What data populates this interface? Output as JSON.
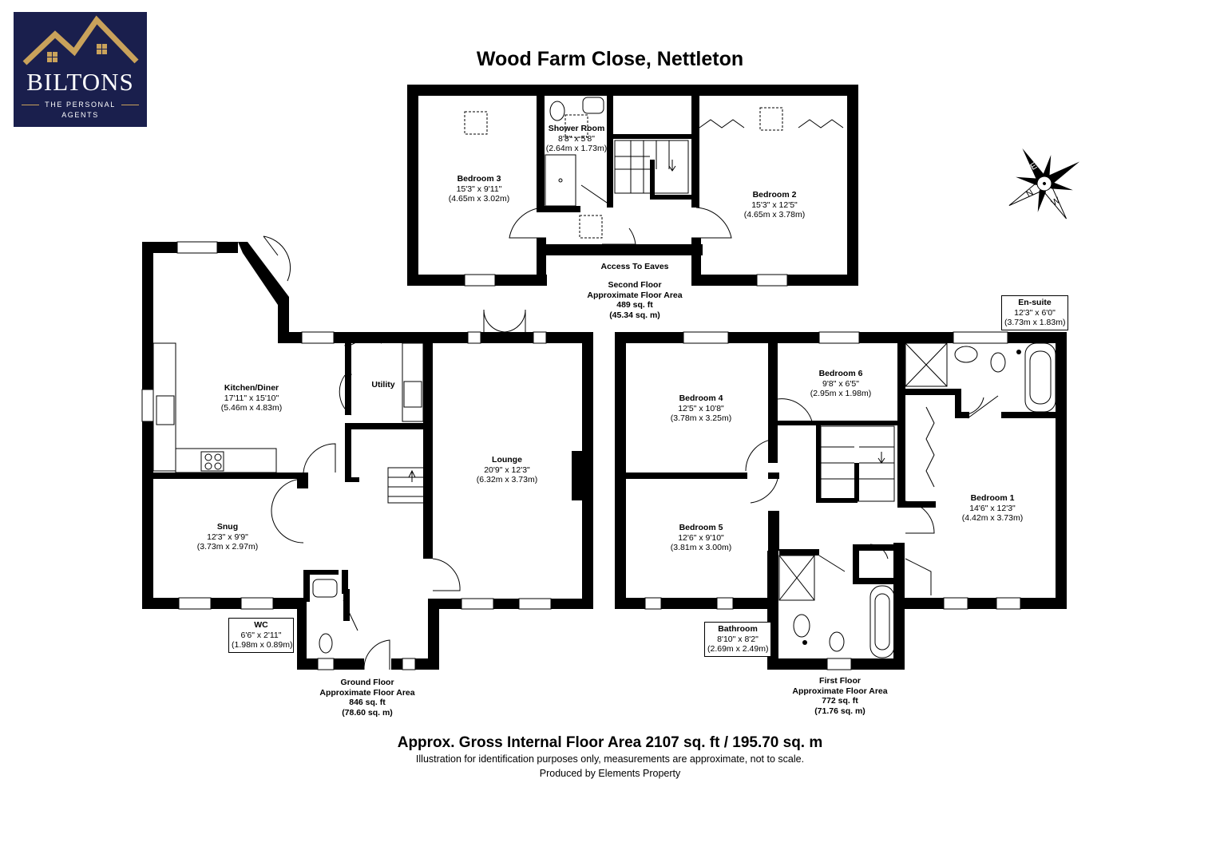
{
  "brand": {
    "name": "BILTONS",
    "tagline_1": "THE PERSONAL",
    "tagline_2": "AGENTS",
    "colors": {
      "navy": "#1a1f4d",
      "gold": "#c9a25b"
    }
  },
  "title": "Wood Farm Close, Nettleton",
  "floors": {
    "ground": {
      "name": "Ground Floor",
      "label": "Approximate Floor Area",
      "sqft": "846 sq. ft",
      "sqm": "(78.60 sq. m)"
    },
    "first": {
      "name": "First Floor",
      "label": "Approximate Floor Area",
      "sqft": "772 sq. ft",
      "sqm": "(71.76 sq. m)"
    },
    "second": {
      "name": "Second Floor",
      "label": "Approximate Floor Area",
      "sqft": "489 sq. ft",
      "sqm": "(45.34 sq. m)"
    }
  },
  "rooms": {
    "bedroom3": {
      "name": "Bedroom 3",
      "imperial": "15'3\" x 9'11\"",
      "metric": "(4.65m x 3.02m)"
    },
    "shower_room": {
      "name": "Shower Room",
      "imperial": "8'8\" x 5'8\"",
      "metric": "(2.64m x 1.73m)"
    },
    "bedroom2": {
      "name": "Bedroom 2",
      "imperial": "15'3\" x 12'5\"",
      "metric": "(4.65m x 3.78m)"
    },
    "access_eaves": {
      "name": "Access To Eaves"
    },
    "kitchen": {
      "name": "Kitchen/Diner",
      "imperial": "17'11\" x 15'10\"",
      "metric": "(5.46m x 4.83m)"
    },
    "utility": {
      "name": "Utility"
    },
    "lounge": {
      "name": "Lounge",
      "imperial": "20'9\" x 12'3\"",
      "metric": "(6.32m x 3.73m)"
    },
    "snug": {
      "name": "Snug",
      "imperial": "12'3\" x 9'9\"",
      "metric": "(3.73m x 2.97m)"
    },
    "wc": {
      "name": "WC",
      "imperial": "6'6\" x 2'11\"",
      "metric": "(1.98m x 0.89m)"
    },
    "bedroom4": {
      "name": "Bedroom 4",
      "imperial": "12'5\" x 10'8\"",
      "metric": "(3.78m x 3.25m)"
    },
    "bedroom6": {
      "name": "Bedroom 6",
      "imperial": "9'8\" x 6'5\"",
      "metric": "(2.95m x 1.98m)"
    },
    "ensuite": {
      "name": "En-suite",
      "imperial": "12'3\" x 6'0\"",
      "metric": "(3.73m x 1.83m)"
    },
    "bedroom5": {
      "name": "Bedroom 5",
      "imperial": "12'6\" x 9'10\"",
      "metric": "(3.81m x 3.00m)"
    },
    "bedroom1": {
      "name": "Bedroom 1",
      "imperial": "14'6\" x 12'3\"",
      "metric": "(4.42m x 3.73m)"
    },
    "bathroom": {
      "name": "Bathroom",
      "imperial": "8'10\" x 8'2\"",
      "metric": "(2.69m x 2.49m)"
    }
  },
  "compass": {
    "icon": "compass-rose-icon",
    "letters": [
      "E",
      "S",
      "W",
      "N"
    ]
  },
  "footer": {
    "gross": "Approx. Gross Internal Floor Area 2107 sq. ft / 195.70 sq. m",
    "disclaimer": "Illustration for identification purposes only, measurements are approximate, not to scale.",
    "produced": "Produced by Elements Property"
  }
}
